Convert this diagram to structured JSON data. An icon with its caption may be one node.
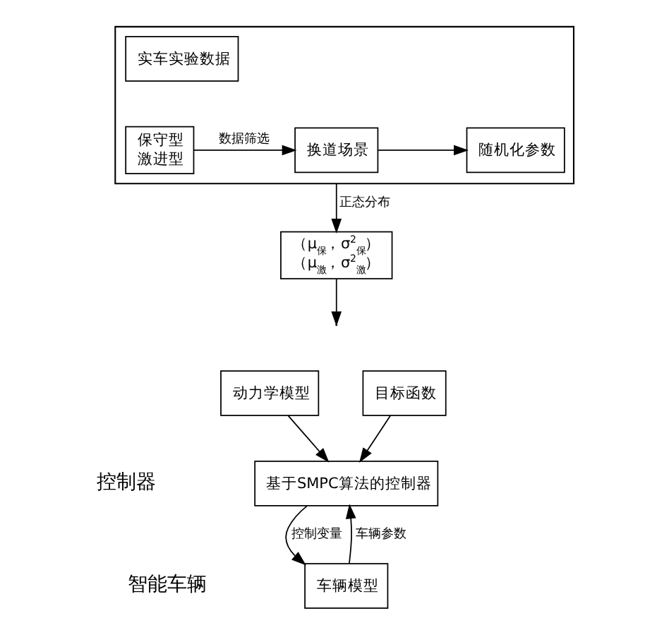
{
  "diagram": {
    "nodes": [
      {
        "text": [],
        "shape": "box"
      },
      {
        "text": [
          "实车实验数据"
        ],
        "in": 0
      },
      {
        "text": [
          "保守型",
          "激进型"
        ],
        "in": 0
      },
      {
        "text": [
          "换道场景"
        ],
        "in": 0
      },
      {
        "text": [
          "随机化参数"
        ],
        "in": 0
      },
      {
        "text": [
          "（μ$_{保}$，σ$^{2}$$_{保}$）",
          "（μ$_{激}$，σ$^{2}$$_{激}$）"
        ]
      },
      {
        "text": [
          "动力学模型"
        ]
      },
      {
        "text": [
          "目标函数"
        ]
      },
      {
        "text": [
          "基于SMPC算法的控制器"
        ]
      },
      {
        "text": [
          "车辆模型"
        ]
      }
    ],
    "edges": [
      {
        "from": 2,
        "to": 3,
        "arrow": "to",
        "label": "数据筛选"
      },
      {
        "from": 3,
        "to": 4,
        "arrow": "to"
      },
      {
        "from": 0,
        "to": 5,
        "arrow": "to",
        "label": "正态分布"
      },
      {
        "from": 5,
        "to": null,
        "arrow": "to"
      },
      {
        "from": 6,
        "to": 8,
        "arrow": "to"
      },
      {
        "from": 7,
        "to": 8,
        "arrow": "to"
      },
      {
        "from": 8,
        "to": 9,
        "arrow": "to",
        "label": "控制变量"
      },
      {
        "from": 9,
        "to": 8,
        "arrow": "to",
        "label": "车辆参数"
      }
    ],
    "labels": [
      "控制器",
      "智能车辆"
    ]
  }
}
